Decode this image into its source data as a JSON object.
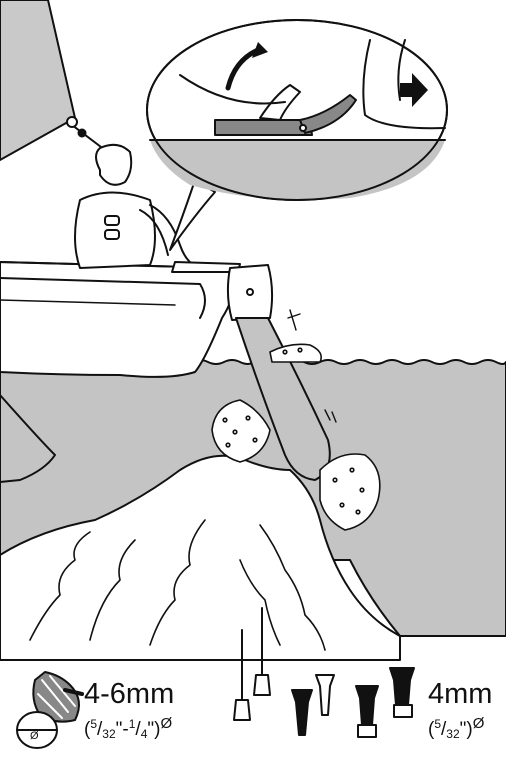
{
  "rope_spec": {
    "metric": "4-6mm",
    "imperial_open": "(",
    "imperial_a_num": "5",
    "imperial_a_den": "32",
    "imperial_mid": "\"-",
    "imperial_b_num": "1",
    "imperial_b_den": "4",
    "imperial_close": "\")",
    "diameter_symbol": "Ø",
    "diameter_marker": "Ø"
  },
  "screw_spec": {
    "metric": "4mm",
    "imperial_open": "(",
    "imperial_num": "5",
    "imperial_den": "32",
    "imperial_close": "\")",
    "diameter_symbol": "Ø"
  },
  "colors": {
    "outline": "#111111",
    "water_grey": "#c4c4c4",
    "seabed_white": "#ffffff",
    "hull_white": "#ffffff"
  },
  "icons": [
    "arrow-curved-icon",
    "arrow-right-icon",
    "rope-coil-icon",
    "rivet-icon",
    "screw-icon",
    "bolt-icon"
  ]
}
